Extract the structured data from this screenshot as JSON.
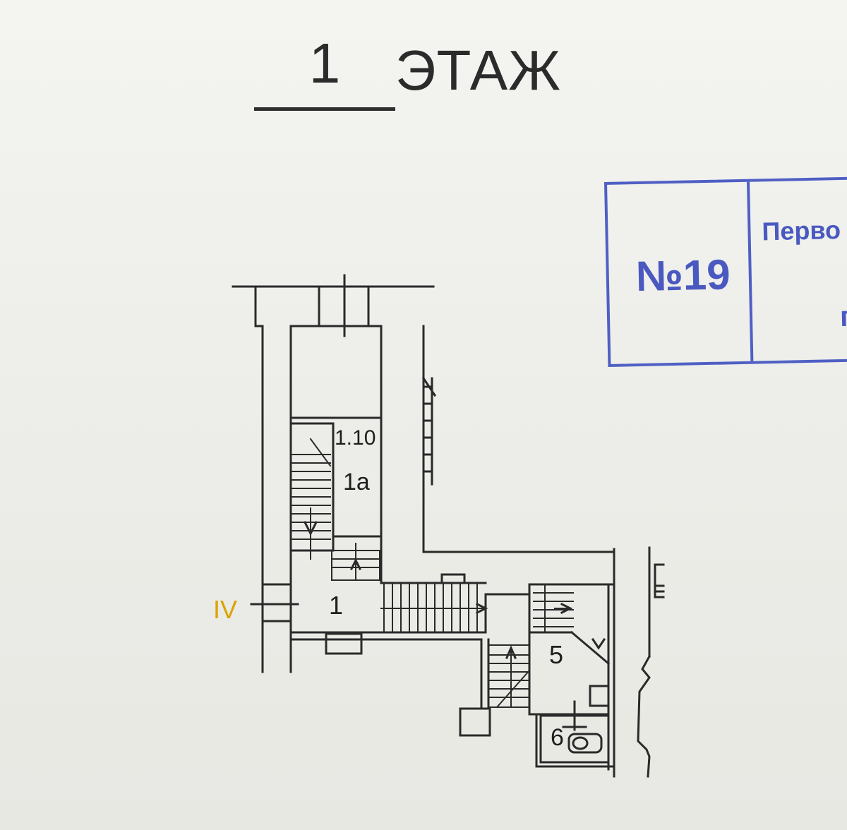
{
  "header": {
    "floor_number": "1",
    "floor_word": "ЭТАЖ"
  },
  "stamp": {
    "number": "№19",
    "text": "Перво",
    "text2": "п"
  },
  "plan": {
    "room_1_10": "1.10",
    "room_1a": "1а",
    "room_1": "1",
    "room_5": "5",
    "room_6": "6",
    "section_mark": "IV"
  },
  "colors": {
    "line": "#2a2a2a",
    "stamp": "#4f5fc4",
    "section_mark": "#d9a400"
  }
}
